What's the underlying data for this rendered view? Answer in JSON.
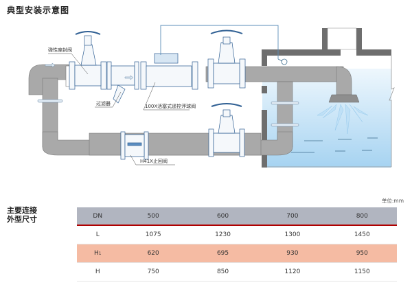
{
  "title": "典型安装示意图",
  "diagram": {
    "labels": {
      "resilient_valve": "弹性座封阀",
      "strainer": "过滤器",
      "float_valve": "100X活塞式遥控浮球阀",
      "check_valve": "H41X止回阀"
    },
    "colors": {
      "pipe": "#a9a9a9",
      "wall": "#6e6e6e",
      "water_top": "#e9f4fc",
      "water_bottom": "#a6d3f1",
      "valve_line": "#2f5f93"
    }
  },
  "dimensions": {
    "section_title_line1": "主要连接",
    "section_title_line2": "外型尺寸",
    "unit": "单位:mm",
    "header": [
      "DN",
      "500",
      "600",
      "700",
      "800"
    ],
    "rows": [
      {
        "label": "L",
        "sub": "",
        "values": [
          "1075",
          "1230",
          "1300",
          "1450"
        ]
      },
      {
        "label": "H",
        "sub": "1",
        "values": [
          "620",
          "695",
          "930",
          "950"
        ]
      },
      {
        "label": "H",
        "sub": "",
        "values": [
          "750",
          "850",
          "1120",
          "1150"
        ]
      }
    ]
  }
}
